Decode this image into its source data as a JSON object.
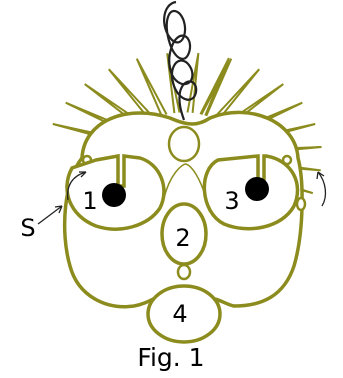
{
  "figure": {
    "caption": "Fig. 1",
    "labels": {
      "one": "1",
      "two": "2",
      "three": "3",
      "four": "4",
      "s": "S"
    },
    "colors": {
      "outline": "#8c8c1e",
      "ink": "#000000",
      "background": "#ffffff"
    }
  }
}
